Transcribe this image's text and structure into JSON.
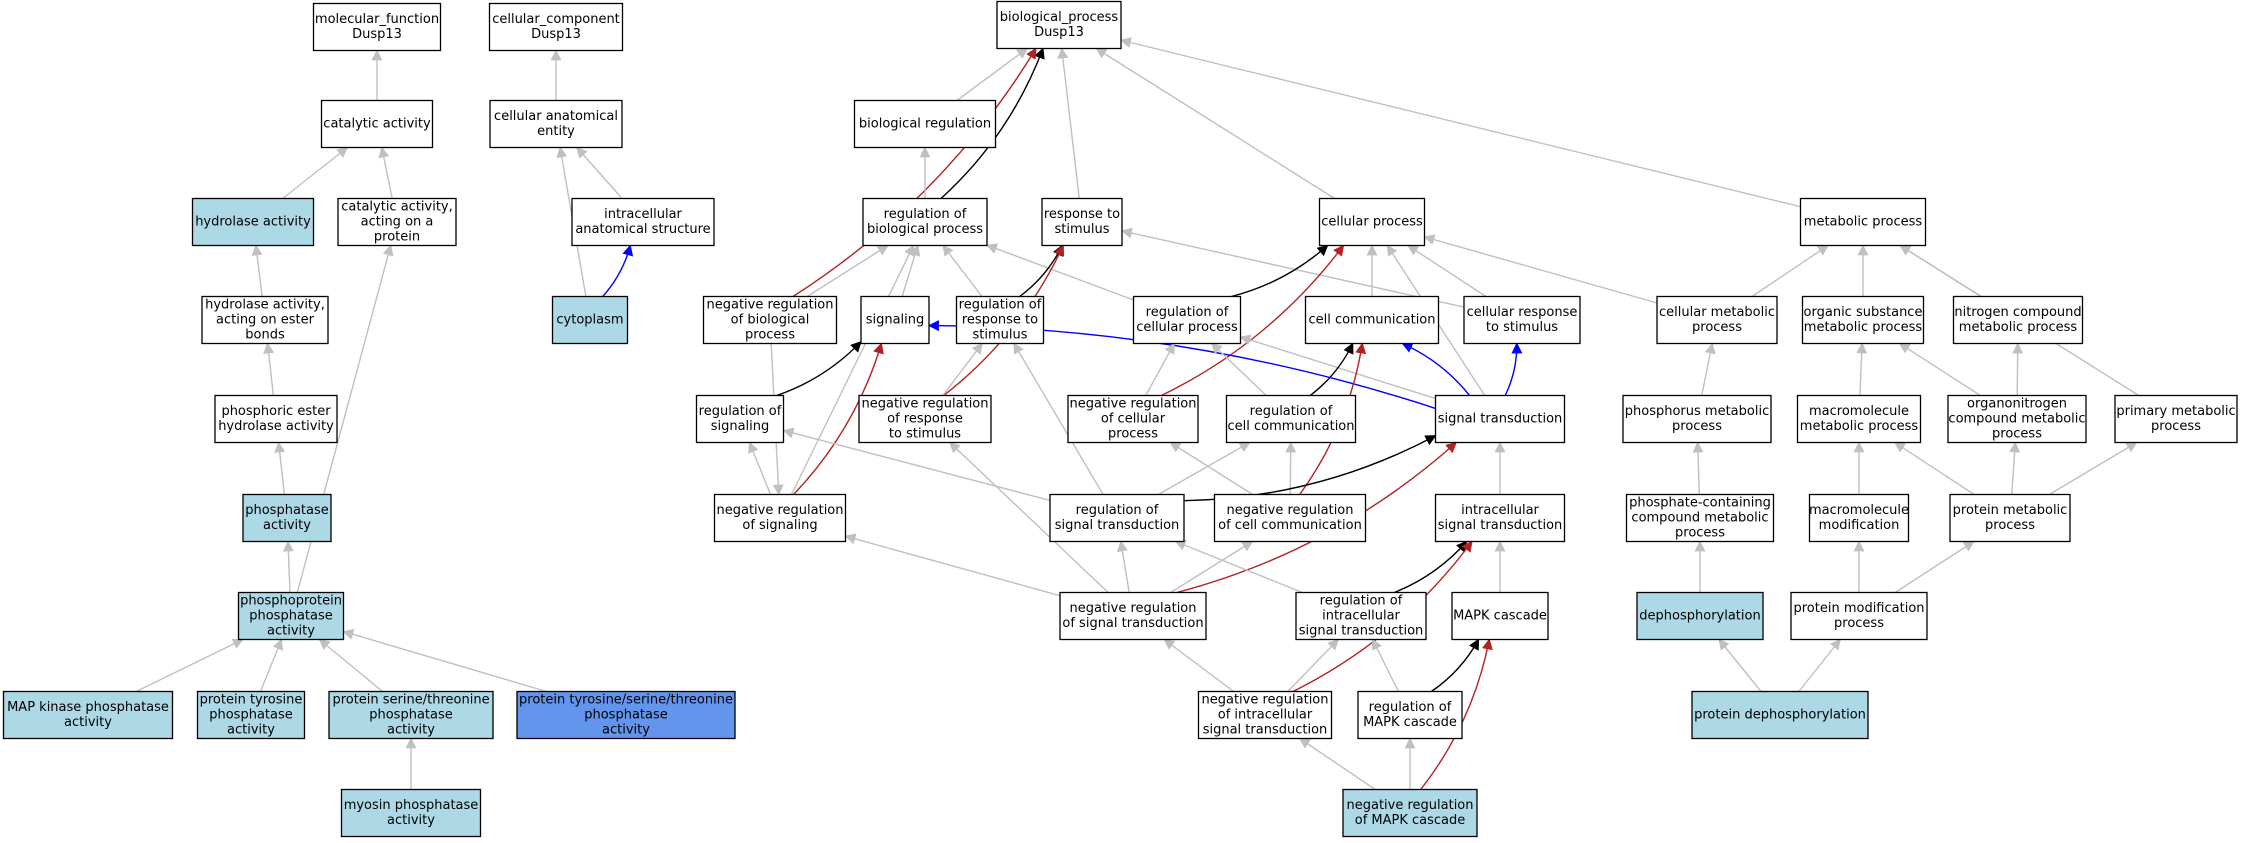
{
  "colors": {
    "plain": "#ffffff",
    "annotated": "#add8e6",
    "query": "#6495ed",
    "is_a": "#c0c0c0",
    "part_of": "#000000",
    "regulates": "#0000ff",
    "negatively_regulates": "#b22222"
  },
  "nodes": [
    {
      "id": "mf",
      "lines": [
        "molecular_function",
        "Dusp13"
      ],
      "fill": "plain"
    },
    {
      "id": "cc",
      "lines": [
        "cellular_component",
        "Dusp13"
      ],
      "fill": "plain"
    },
    {
      "id": "bp",
      "lines": [
        "biological_process",
        "Dusp13"
      ],
      "fill": "plain"
    },
    {
      "id": "catalytic",
      "lines": [
        "catalytic activity"
      ],
      "fill": "plain"
    },
    {
      "id": "cae",
      "lines": [
        "cellular anatomical",
        "entity"
      ],
      "fill": "plain"
    },
    {
      "id": "bioreg",
      "lines": [
        "biological regulation"
      ],
      "fill": "plain"
    },
    {
      "id": "hydrolase",
      "lines": [
        "hydrolase activity"
      ],
      "fill": "annotated"
    },
    {
      "id": "cat_protein",
      "lines": [
        "catalytic activity,",
        "acting on a",
        "protein"
      ],
      "fill": "plain"
    },
    {
      "id": "ias",
      "lines": [
        "intracellular",
        "anatomical structure"
      ],
      "fill": "plain"
    },
    {
      "id": "regbp",
      "lines": [
        "regulation of",
        "biological process"
      ],
      "fill": "plain"
    },
    {
      "id": "resp",
      "lines": [
        "response to",
        "stimulus"
      ],
      "fill": "plain"
    },
    {
      "id": "cellproc",
      "lines": [
        "cellular process"
      ],
      "fill": "plain"
    },
    {
      "id": "metab",
      "lines": [
        "metabolic process"
      ],
      "fill": "plain"
    },
    {
      "id": "hydro_ester",
      "lines": [
        "hydrolase activity,",
        "acting on ester",
        "bonds"
      ],
      "fill": "plain"
    },
    {
      "id": "cytoplasm",
      "lines": [
        "cytoplasm"
      ],
      "fill": "annotated"
    },
    {
      "id": "negregbp",
      "lines": [
        "negative regulation",
        "of biological",
        "process"
      ],
      "fill": "plain"
    },
    {
      "id": "signaling",
      "lines": [
        "signaling"
      ],
      "fill": "plain"
    },
    {
      "id": "regresp",
      "lines": [
        "regulation of",
        "response to",
        "stimulus"
      ],
      "fill": "plain"
    },
    {
      "id": "regcell",
      "lines": [
        "regulation of",
        "cellular process"
      ],
      "fill": "plain"
    },
    {
      "id": "cellcomm",
      "lines": [
        "cell communication"
      ],
      "fill": "plain"
    },
    {
      "id": "cellresp",
      "lines": [
        "cellular response",
        "to stimulus"
      ],
      "fill": "plain"
    },
    {
      "id": "cellmetab",
      "lines": [
        "cellular metabolic",
        "process"
      ],
      "fill": "plain"
    },
    {
      "id": "orgsub",
      "lines": [
        "organic substance",
        "metabolic process"
      ],
      "fill": "plain"
    },
    {
      "id": "nitrogen",
      "lines": [
        "nitrogen compound",
        "metabolic process"
      ],
      "fill": "plain"
    },
    {
      "id": "phos_ester",
      "lines": [
        "phosphoric ester",
        "hydrolase activity"
      ],
      "fill": "plain"
    },
    {
      "id": "regsig",
      "lines": [
        "regulation of",
        "signaling"
      ],
      "fill": "plain"
    },
    {
      "id": "negregresp",
      "lines": [
        "negative regulation",
        "of response",
        "to stimulus"
      ],
      "fill": "plain"
    },
    {
      "id": "negregcell",
      "lines": [
        "negative regulation",
        "of cellular",
        "process"
      ],
      "fill": "plain"
    },
    {
      "id": "regcellcomm",
      "lines": [
        "regulation of",
        "cell communication"
      ],
      "fill": "plain"
    },
    {
      "id": "sigtrans",
      "lines": [
        "signal transduction"
      ],
      "fill": "plain"
    },
    {
      "id": "phosmetab",
      "lines": [
        "phosphorus metabolic",
        "process"
      ],
      "fill": "plain"
    },
    {
      "id": "macromol",
      "lines": [
        "macromolecule",
        "metabolic process"
      ],
      "fill": "plain"
    },
    {
      "id": "organonit",
      "lines": [
        "organonitrogen",
        "compound metabolic",
        "process"
      ],
      "fill": "plain"
    },
    {
      "id": "primary",
      "lines": [
        "primary metabolic",
        "process"
      ],
      "fill": "plain"
    },
    {
      "id": "phosphatase",
      "lines": [
        "phosphatase",
        "activity"
      ],
      "fill": "annotated"
    },
    {
      "id": "negregsig",
      "lines": [
        "negative regulation",
        "of signaling"
      ],
      "fill": "plain"
    },
    {
      "id": "regsigtrans",
      "lines": [
        "regulation of",
        "signal transduction"
      ],
      "fill": "plain"
    },
    {
      "id": "negregcellcomm",
      "lines": [
        "negative regulation",
        "of cell communication"
      ],
      "fill": "plain"
    },
    {
      "id": "intrasig",
      "lines": [
        "intracellular",
        "signal transduction"
      ],
      "fill": "plain"
    },
    {
      "id": "phoscont",
      "lines": [
        "phosphate-containing",
        "compound metabolic",
        "process"
      ],
      "fill": "plain"
    },
    {
      "id": "macromod",
      "lines": [
        "macromolecule",
        "modification"
      ],
      "fill": "plain"
    },
    {
      "id": "protmetab",
      "lines": [
        "protein metabolic",
        "process"
      ],
      "fill": "plain"
    },
    {
      "id": "phosprot",
      "lines": [
        "phosphoprotein",
        "phosphatase",
        "activity"
      ],
      "fill": "annotated"
    },
    {
      "id": "negregsigtrans",
      "lines": [
        "negative regulation",
        "of signal transduction"
      ],
      "fill": "plain"
    },
    {
      "id": "regintrasig",
      "lines": [
        "regulation of",
        "intracellular",
        "signal transduction"
      ],
      "fill": "plain"
    },
    {
      "id": "mapk",
      "lines": [
        "MAPK cascade"
      ],
      "fill": "plain"
    },
    {
      "id": "dephos",
      "lines": [
        "dephosphorylation"
      ],
      "fill": "annotated"
    },
    {
      "id": "protmod",
      "lines": [
        "protein modification",
        "process"
      ],
      "fill": "plain"
    },
    {
      "id": "mapkphos",
      "lines": [
        "MAP kinase phosphatase",
        "activity"
      ],
      "fill": "annotated"
    },
    {
      "id": "ptp",
      "lines": [
        "protein tyrosine",
        "phosphatase",
        "activity"
      ],
      "fill": "annotated"
    },
    {
      "id": "pstp",
      "lines": [
        "protein serine/threonine",
        "phosphatase",
        "activity"
      ],
      "fill": "annotated"
    },
    {
      "id": "ptstp",
      "lines": [
        "protein tyrosine/serine/threonine",
        "phosphatase",
        "activity"
      ],
      "fill": "query"
    },
    {
      "id": "negregintrasig",
      "lines": [
        "negative regulation",
        "of intracellular",
        "signal transduction"
      ],
      "fill": "plain"
    },
    {
      "id": "regmapk",
      "lines": [
        "regulation of",
        "MAPK cascade"
      ],
      "fill": "plain"
    },
    {
      "id": "protdephos",
      "lines": [
        "protein dephosphorylation"
      ],
      "fill": "annotated"
    },
    {
      "id": "myosin",
      "lines": [
        "myosin phosphatase",
        "activity"
      ],
      "fill": "annotated"
    },
    {
      "id": "negregmapk",
      "lines": [
        "negative regulation",
        "of MAPK cascade"
      ],
      "fill": "annotated"
    }
  ],
  "edges": [
    {
      "from": "catalytic",
      "to": "mf",
      "type": "is_a"
    },
    {
      "from": "cae",
      "to": "cc",
      "type": "is_a"
    },
    {
      "from": "bioreg",
      "to": "bp",
      "type": "is_a"
    },
    {
      "from": "regbp",
      "to": "bp",
      "type": "part_of"
    },
    {
      "from": "negregbp",
      "to": "bp",
      "type": "negatively_regulates"
    },
    {
      "from": "resp",
      "to": "bp",
      "type": "is_a"
    },
    {
      "from": "cellproc",
      "to": "bp",
      "type": "is_a"
    },
    {
      "from": "metab",
      "to": "bp",
      "type": "is_a"
    },
    {
      "from": "hydrolase",
      "to": "catalytic",
      "type": "is_a"
    },
    {
      "from": "cat_protein",
      "to": "catalytic",
      "type": "is_a"
    },
    {
      "from": "ias",
      "to": "cae",
      "type": "is_a"
    },
    {
      "from": "cytoplasm",
      "to": "cae",
      "type": "is_a"
    },
    {
      "from": "cytoplasm",
      "to": "ias",
      "type": "regulates"
    },
    {
      "from": "regbp",
      "to": "bioreg",
      "type": "is_a"
    },
    {
      "from": "hydro_ester",
      "to": "hydrolase",
      "type": "is_a"
    },
    {
      "from": "phos_ester",
      "to": "hydro_ester",
      "type": "is_a"
    },
    {
      "from": "phosphatase",
      "to": "phos_ester",
      "type": "is_a"
    },
    {
      "from": "phosprot",
      "to": "phosphatase",
      "type": "is_a"
    },
    {
      "from": "phosprot",
      "to": "cat_protein",
      "type": "is_a"
    },
    {
      "from": "mapkphos",
      "to": "phosprot",
      "type": "is_a"
    },
    {
      "from": "ptp",
      "to": "phosprot",
      "type": "is_a"
    },
    {
      "from": "pstp",
      "to": "phosprot",
      "type": "is_a"
    },
    {
      "from": "ptstp",
      "to": "phosprot",
      "type": "is_a"
    },
    {
      "from": "myosin",
      "to": "pstp",
      "type": "is_a"
    },
    {
      "from": "negregbp",
      "to": "regbp",
      "type": "is_a"
    },
    {
      "from": "signaling",
      "to": "regbp",
      "type": "is_a"
    },
    {
      "from": "regresp",
      "to": "regbp",
      "type": "is_a"
    },
    {
      "from": "regcell",
      "to": "regbp",
      "type": "is_a"
    },
    {
      "from": "negregsig",
      "to": "regbp",
      "type": "is_a"
    },
    {
      "from": "regresp",
      "to": "resp",
      "type": "part_of"
    },
    {
      "from": "negregresp",
      "to": "resp",
      "type": "negatively_regulates"
    },
    {
      "from": "cellresp",
      "to": "resp",
      "type": "is_a"
    },
    {
      "from": "regcell",
      "to": "cellproc",
      "type": "part_of"
    },
    {
      "from": "negregcell",
      "to": "cellproc",
      "type": "negatively_regulates"
    },
    {
      "from": "cellcomm",
      "to": "cellproc",
      "type": "is_a"
    },
    {
      "from": "cellresp",
      "to": "cellproc",
      "type": "is_a"
    },
    {
      "from": "cellmetab",
      "to": "cellproc",
      "type": "is_a"
    },
    {
      "from": "sigtrans",
      "to": "cellproc",
      "type": "is_a"
    },
    {
      "from": "cellmetab",
      "to": "metab",
      "type": "is_a"
    },
    {
      "from": "orgsub",
      "to": "metab",
      "type": "is_a"
    },
    {
      "from": "nitrogen",
      "to": "metab",
      "type": "is_a"
    },
    {
      "from": "primary",
      "to": "metab",
      "type": "is_a"
    },
    {
      "from": "regsig",
      "to": "signaling",
      "type": "part_of"
    },
    {
      "from": "negregsig",
      "to": "signaling",
      "type": "negatively_regulates"
    },
    {
      "from": "sigtrans",
      "to": "signaling",
      "type": "regulates"
    },
    {
      "from": "negregresp",
      "to": "regresp",
      "type": "is_a"
    },
    {
      "from": "regsigtrans",
      "to": "regresp",
      "type": "is_a"
    },
    {
      "from": "negregcell",
      "to": "regcell",
      "type": "is_a"
    },
    {
      "from": "regcellcomm",
      "to": "regcell",
      "type": "is_a"
    },
    {
      "from": "sigtrans",
      "to": "regcell",
      "type": "is_a"
    },
    {
      "from": "regcellcomm",
      "to": "cellcomm",
      "type": "part_of"
    },
    {
      "from": "negregcellcomm",
      "to": "cellcomm",
      "type": "negatively_regulates"
    },
    {
      "from": "sigtrans",
      "to": "cellcomm",
      "type": "regulates"
    },
    {
      "from": "sigtrans",
      "to": "cellresp",
      "type": "regulates"
    },
    {
      "from": "phosmetab",
      "to": "cellmetab",
      "type": "is_a"
    },
    {
      "from": "macromol",
      "to": "orgsub",
      "type": "is_a"
    },
    {
      "from": "organonit",
      "to": "orgsub",
      "type": "is_a"
    },
    {
      "from": "organonit",
      "to": "nitrogen",
      "type": "is_a"
    },
    {
      "from": "negregsig",
      "to": "regsig",
      "type": "is_a"
    },
    {
      "from": "regsigtrans",
      "to": "regsig",
      "type": "is_a"
    },
    {
      "from": "negregbp",
      "to": "negregsig",
      "type": "is_a"
    },
    {
      "from": "negregsigtrans",
      "to": "negregsig",
      "type": "is_a"
    },
    {
      "from": "negregsigtrans",
      "to": "negregresp",
      "type": "is_a"
    },
    {
      "from": "negregcellcomm",
      "to": "negregcell",
      "type": "is_a"
    },
    {
      "from": "regsigtrans",
      "to": "regcellcomm",
      "type": "is_a"
    },
    {
      "from": "negregcellcomm",
      "to": "regcellcomm",
      "type": "is_a"
    },
    {
      "from": "regsigtrans",
      "to": "sigtrans",
      "type": "part_of"
    },
    {
      "from": "negregsigtrans",
      "to": "sigtrans",
      "type": "negatively_regulates"
    },
    {
      "from": "intrasig",
      "to": "sigtrans",
      "type": "is_a"
    },
    {
      "from": "phoscont",
      "to": "phosmetab",
      "type": "is_a"
    },
    {
      "from": "macromod",
      "to": "macromol",
      "type": "is_a"
    },
    {
      "from": "protmetab",
      "to": "macromol",
      "type": "is_a"
    },
    {
      "from": "protmetab",
      "to": "organonit",
      "type": "is_a"
    },
    {
      "from": "protmetab",
      "to": "primary",
      "type": "is_a"
    },
    {
      "from": "negregsigtrans",
      "to": "regsigtrans",
      "type": "is_a"
    },
    {
      "from": "regintrasig",
      "to": "regsigtrans",
      "type": "is_a"
    },
    {
      "from": "negregsigtrans",
      "to": "negregcellcomm",
      "type": "is_a"
    },
    {
      "from": "regintrasig",
      "to": "intrasig",
      "type": "part_of"
    },
    {
      "from": "negregintrasig",
      "to": "intrasig",
      "type": "negatively_regulates"
    },
    {
      "from": "mapk",
      "to": "intrasig",
      "type": "is_a"
    },
    {
      "from": "dephos",
      "to": "phoscont",
      "type": "is_a"
    },
    {
      "from": "protmod",
      "to": "macromod",
      "type": "is_a"
    },
    {
      "from": "protmod",
      "to": "protmetab",
      "type": "is_a"
    },
    {
      "from": "negregintrasig",
      "to": "negregsigtrans",
      "type": "is_a"
    },
    {
      "from": "negregintrasig",
      "to": "regintrasig",
      "type": "is_a"
    },
    {
      "from": "regmapk",
      "to": "regintrasig",
      "type": "is_a"
    },
    {
      "from": "regmapk",
      "to": "mapk",
      "type": "part_of"
    },
    {
      "from": "negregmapk",
      "to": "mapk",
      "type": "negatively_regulates"
    },
    {
      "from": "protdephos",
      "to": "dephos",
      "type": "is_a"
    },
    {
      "from": "protdephos",
      "to": "protmod",
      "type": "is_a"
    },
    {
      "from": "negregmapk",
      "to": "negregintrasig",
      "type": "is_a"
    },
    {
      "from": "negregmapk",
      "to": "regmapk",
      "type": "is_a"
    }
  ]
}
